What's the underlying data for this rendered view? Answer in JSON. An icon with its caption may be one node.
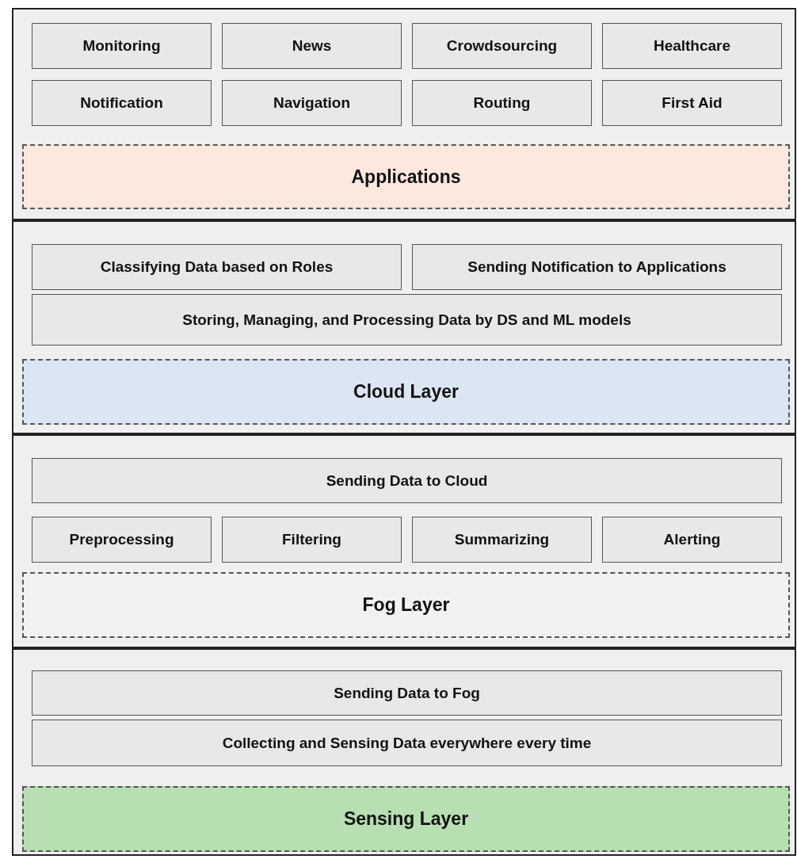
{
  "diagram": {
    "nodes": [
      {
        "text": [],
        "shape": "box"
      },
      {
        "text": [
          "Monitoring"
        ],
        "in": 0
      },
      {
        "text": [
          "News"
        ],
        "in": 0
      },
      {
        "text": [
          "Crowdsourcing"
        ],
        "in": 0
      },
      {
        "text": [
          "Healthcare"
        ],
        "in": 0
      },
      {
        "text": [
          "Notification"
        ],
        "in": 0
      },
      {
        "text": [
          "Navigation"
        ],
        "in": 0
      },
      {
        "text": [
          "Routing"
        ],
        "in": 0
      },
      {
        "text": [
          "First Aid"
        ],
        "in": 0
      },
      {
        "text": [
          "Applications"
        ],
        "in": 0
      },
      {
        "text": [],
        "shape": "box"
      },
      {
        "text": [
          "Classifying Data based on Roles"
        ],
        "in": 10
      },
      {
        "text": [
          "Sending Notification to Applications"
        ],
        "in": 10
      },
      {
        "text": [
          "Storing, Managing, and Processing Data by DS and ML models"
        ],
        "in": 10
      },
      {
        "text": [
          "Cloud Layer"
        ],
        "in": 10
      },
      {
        "text": [],
        "shape": "box"
      },
      {
        "text": [
          "Sending Data to Cloud"
        ],
        "in": 15
      },
      {
        "text": [
          "Preprocessing"
        ],
        "in": 15
      },
      {
        "text": [
          "Filtering"
        ],
        "in": 15
      },
      {
        "text": [
          "Summarizing"
        ],
        "in": 15
      },
      {
        "text": [
          "Alerting"
        ],
        "in": 15
      },
      {
        "text": [
          "Fog Layer"
        ],
        "in": 15
      },
      {
        "text": [],
        "shape": "box"
      },
      {
        "text": [
          "Sending Data to Fog"
        ],
        "in": 22
      },
      {
        "text": [
          "Collecting and Sensing Data everywhere every time"
        ],
        "in": 22
      },
      {
        "text": [
          "Sensing Layer"
        ],
        "in": 22
      }
    ]
  }
}
